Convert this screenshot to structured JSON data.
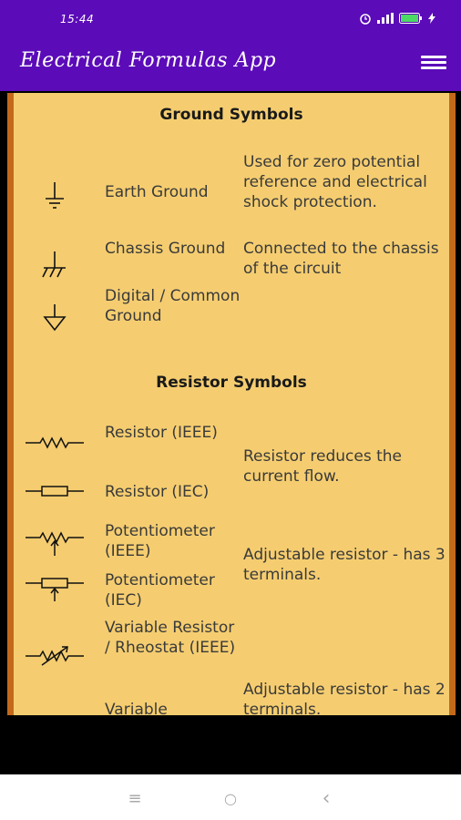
{
  "status": {
    "time": "15:44"
  },
  "app": {
    "title": "Electrical Formulas App"
  },
  "sections": {
    "ground": {
      "title": "Ground Symbols",
      "rows": [
        {
          "name": "Earth Ground",
          "desc": "Used for zero potential reference and electrical shock protection."
        },
        {
          "name": "Chassis Ground",
          "desc": "Connected to the chassis of the circuit"
        },
        {
          "name": "Digital / Common Ground",
          "desc": ""
        }
      ]
    },
    "resistor": {
      "title": "Resistor Symbols",
      "rows": [
        {
          "name": "Resistor (IEEE)"
        },
        {
          "name": "Resistor (IEC)"
        },
        {
          "name": "Potentiometer (IEEE)"
        },
        {
          "name": "Potentiometer (IEC)"
        },
        {
          "name": "Variable Resistor / Rheostat (IEEE)"
        },
        {
          "name": "Variable"
        }
      ],
      "descs": [
        "Resistor reduces the current flow.",
        "Adjustable resistor - has 3 terminals.",
        "Adjustable resistor - has 2 terminals."
      ]
    }
  },
  "nav": {
    "menu": "≡",
    "home": "○",
    "back": "‹"
  }
}
